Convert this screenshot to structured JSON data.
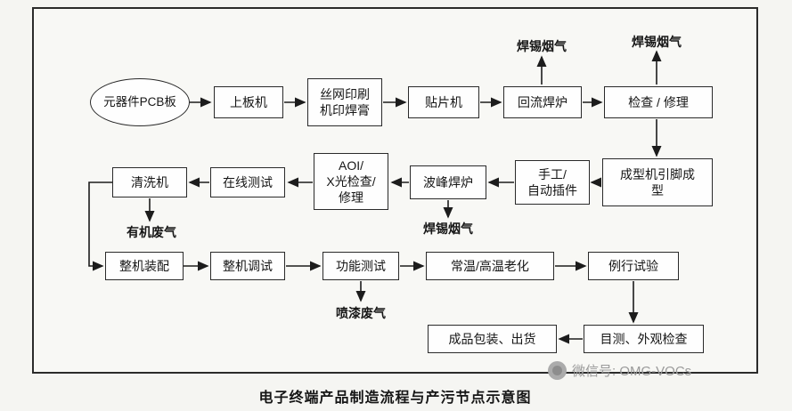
{
  "title": "电子终端产品制造流程与产污节点示意图",
  "watermark": "微信号: OMG-VOCs",
  "nodes": {
    "pcb": "元器件PCB板",
    "board_loader": "上板机",
    "silk_print": "丝网印刷\n机印焊膏",
    "pick_place": "贴片机",
    "reflow_oven": "回流焊炉",
    "inspect_repair": "检查 / 修理",
    "forming": "成型机引脚成\n型",
    "manual_insert": "手工/\n自动插件",
    "wave_solder": "波峰焊炉",
    "aoi_xray": "AOI/\nX光检查/\n修理",
    "inline_test": "在线测试",
    "cleaner": "清洗机",
    "assembly": "整机装配",
    "debug": "整机调试",
    "function_test": "功能测试",
    "aging": "常温/高温老化",
    "routine_test": "例行试验",
    "visual_inspect": "目测、外观检查",
    "pack_ship": "成品包装、出货"
  },
  "emissions": {
    "solder_fume_reflow": "焊锡烟气",
    "solder_fume_inspect": "焊锡烟气",
    "solder_fume_wave": "焊锡烟气",
    "organic_waste_gas": "有机废气",
    "paint_waste_gas": "喷漆废气"
  }
}
